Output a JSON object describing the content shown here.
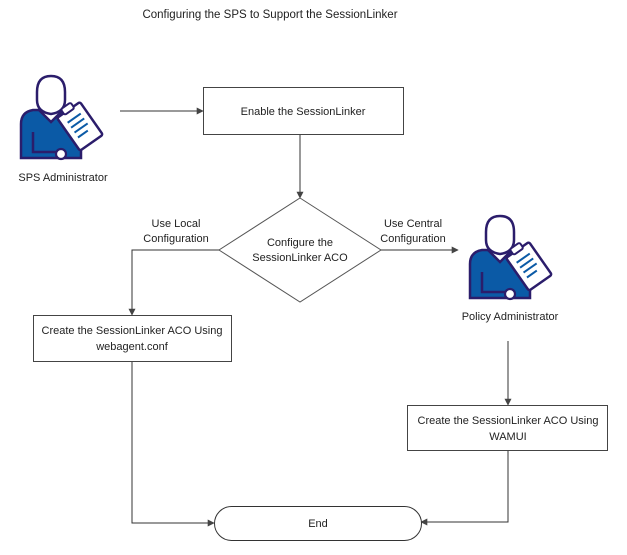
{
  "diagram": {
    "title": "Configuring the SPS to Support the SessionLinker",
    "actors": {
      "sps_admin": {
        "label": "SPS Administrator",
        "icon": "administrator-clipboard-icon"
      },
      "policy_admin": {
        "label": "Policy Administrator",
        "icon": "administrator-clipboard-icon"
      }
    },
    "nodes": {
      "enable": {
        "lines": [
          "Enable the SessionLinker"
        ]
      },
      "decision": {
        "lines": [
          "Configure the",
          "SessionLinker ACO"
        ]
      },
      "local": {
        "lines": [
          "Create the SessionLinker ACO Using",
          "webagent.conf"
        ]
      },
      "wamui": {
        "lines": [
          "Create the SessionLinker ACO Using",
          "WAMUI"
        ]
      },
      "end": {
        "lines": [
          "End"
        ]
      }
    },
    "edge_labels": {
      "local": [
        "Use Local",
        "Configuration"
      ],
      "central": [
        "Use Central",
        "Configuration"
      ]
    },
    "colors": {
      "icon_fill": "#0b5aa6",
      "icon_outline": "#2b1d6b",
      "line": "#333333",
      "box_border": "#444444"
    }
  }
}
